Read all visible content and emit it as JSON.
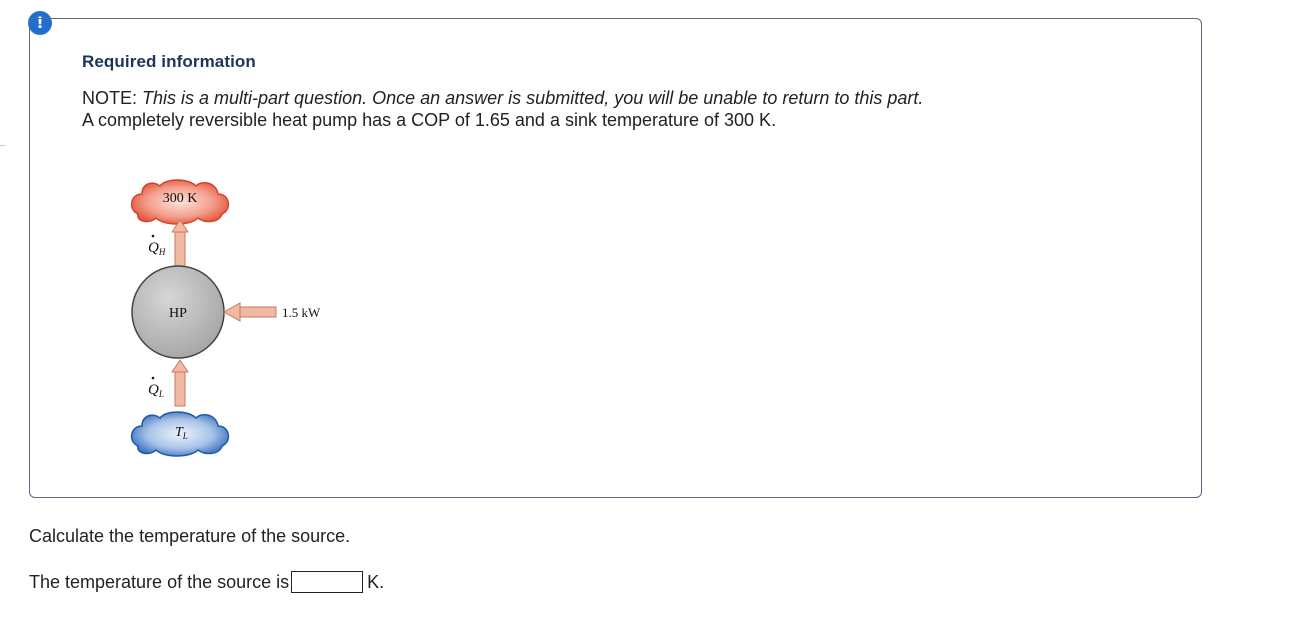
{
  "alert": {
    "symbol": "!"
  },
  "info": {
    "title": "Required information",
    "note_prefix": "NOTE: ",
    "note_italic": "This is a multi-part question. Once an answer is submitted, you will be unable to return to this part.",
    "context": "A completely reversible heat pump has a COP of 1.65 and a sink temperature of 300 K."
  },
  "diagram": {
    "sink_label": "300 K",
    "heat_out_label_main": "Q",
    "heat_out_label_sub": "H",
    "pump_label": "HP",
    "work_label": "1.5 kW",
    "heat_in_label_main": "Q",
    "heat_in_label_sub": "L",
    "source_label_main": "T",
    "source_label_sub": "L",
    "colors": {
      "sink": "#e8553f",
      "source": "#2f6fc2",
      "pump": "#b5b5b5",
      "arrow": "#f2b9a2"
    }
  },
  "question": {
    "prompt": "Calculate the temperature of the source.",
    "answer_prefix": "The temperature of the source is",
    "answer_value": "",
    "answer_unit": "K."
  }
}
